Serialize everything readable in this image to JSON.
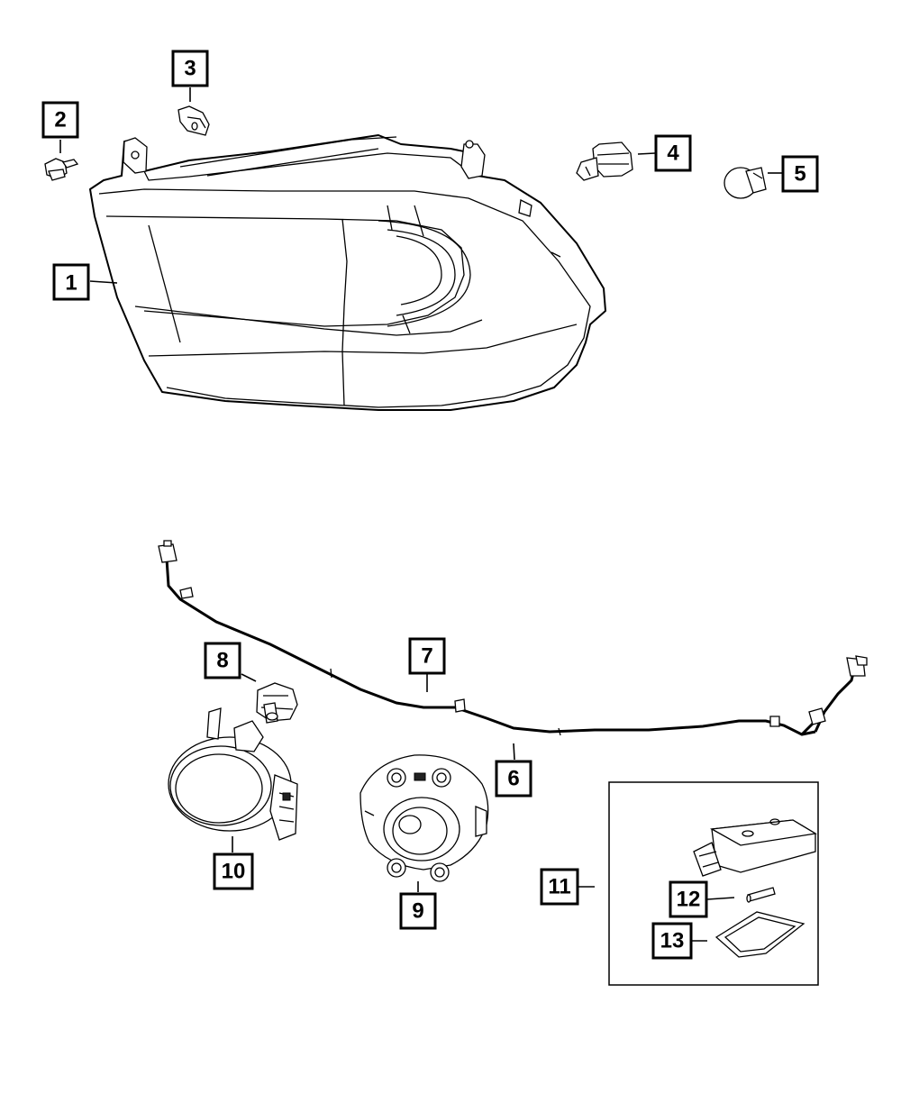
{
  "diagram": {
    "callouts": [
      {
        "id": "c1",
        "label": "1"
      },
      {
        "id": "c2",
        "label": "2"
      },
      {
        "id": "c3",
        "label": "3"
      },
      {
        "id": "c4",
        "label": "4"
      },
      {
        "id": "c5",
        "label": "5"
      },
      {
        "id": "c6",
        "label": "6"
      },
      {
        "id": "c7",
        "label": "7"
      },
      {
        "id": "c8",
        "label": "8"
      },
      {
        "id": "c9",
        "label": "9"
      },
      {
        "id": "c10",
        "label": "10"
      },
      {
        "id": "c11",
        "label": "11"
      },
      {
        "id": "c12",
        "label": "12"
      },
      {
        "id": "c13",
        "label": "13"
      }
    ],
    "parts": [
      "headlamp-assembly-icon",
      "bolt-icon",
      "clip-nut-icon",
      "halogen-bulb-icon",
      "wedge-bulb-icon",
      "wiring-harness-icon",
      "fog-lamp-bulb-icon",
      "projector-fog-lamp-icon",
      "round-fog-lamp-icon",
      "control-module-icon",
      "fuse-icon",
      "tray-icon"
    ]
  }
}
